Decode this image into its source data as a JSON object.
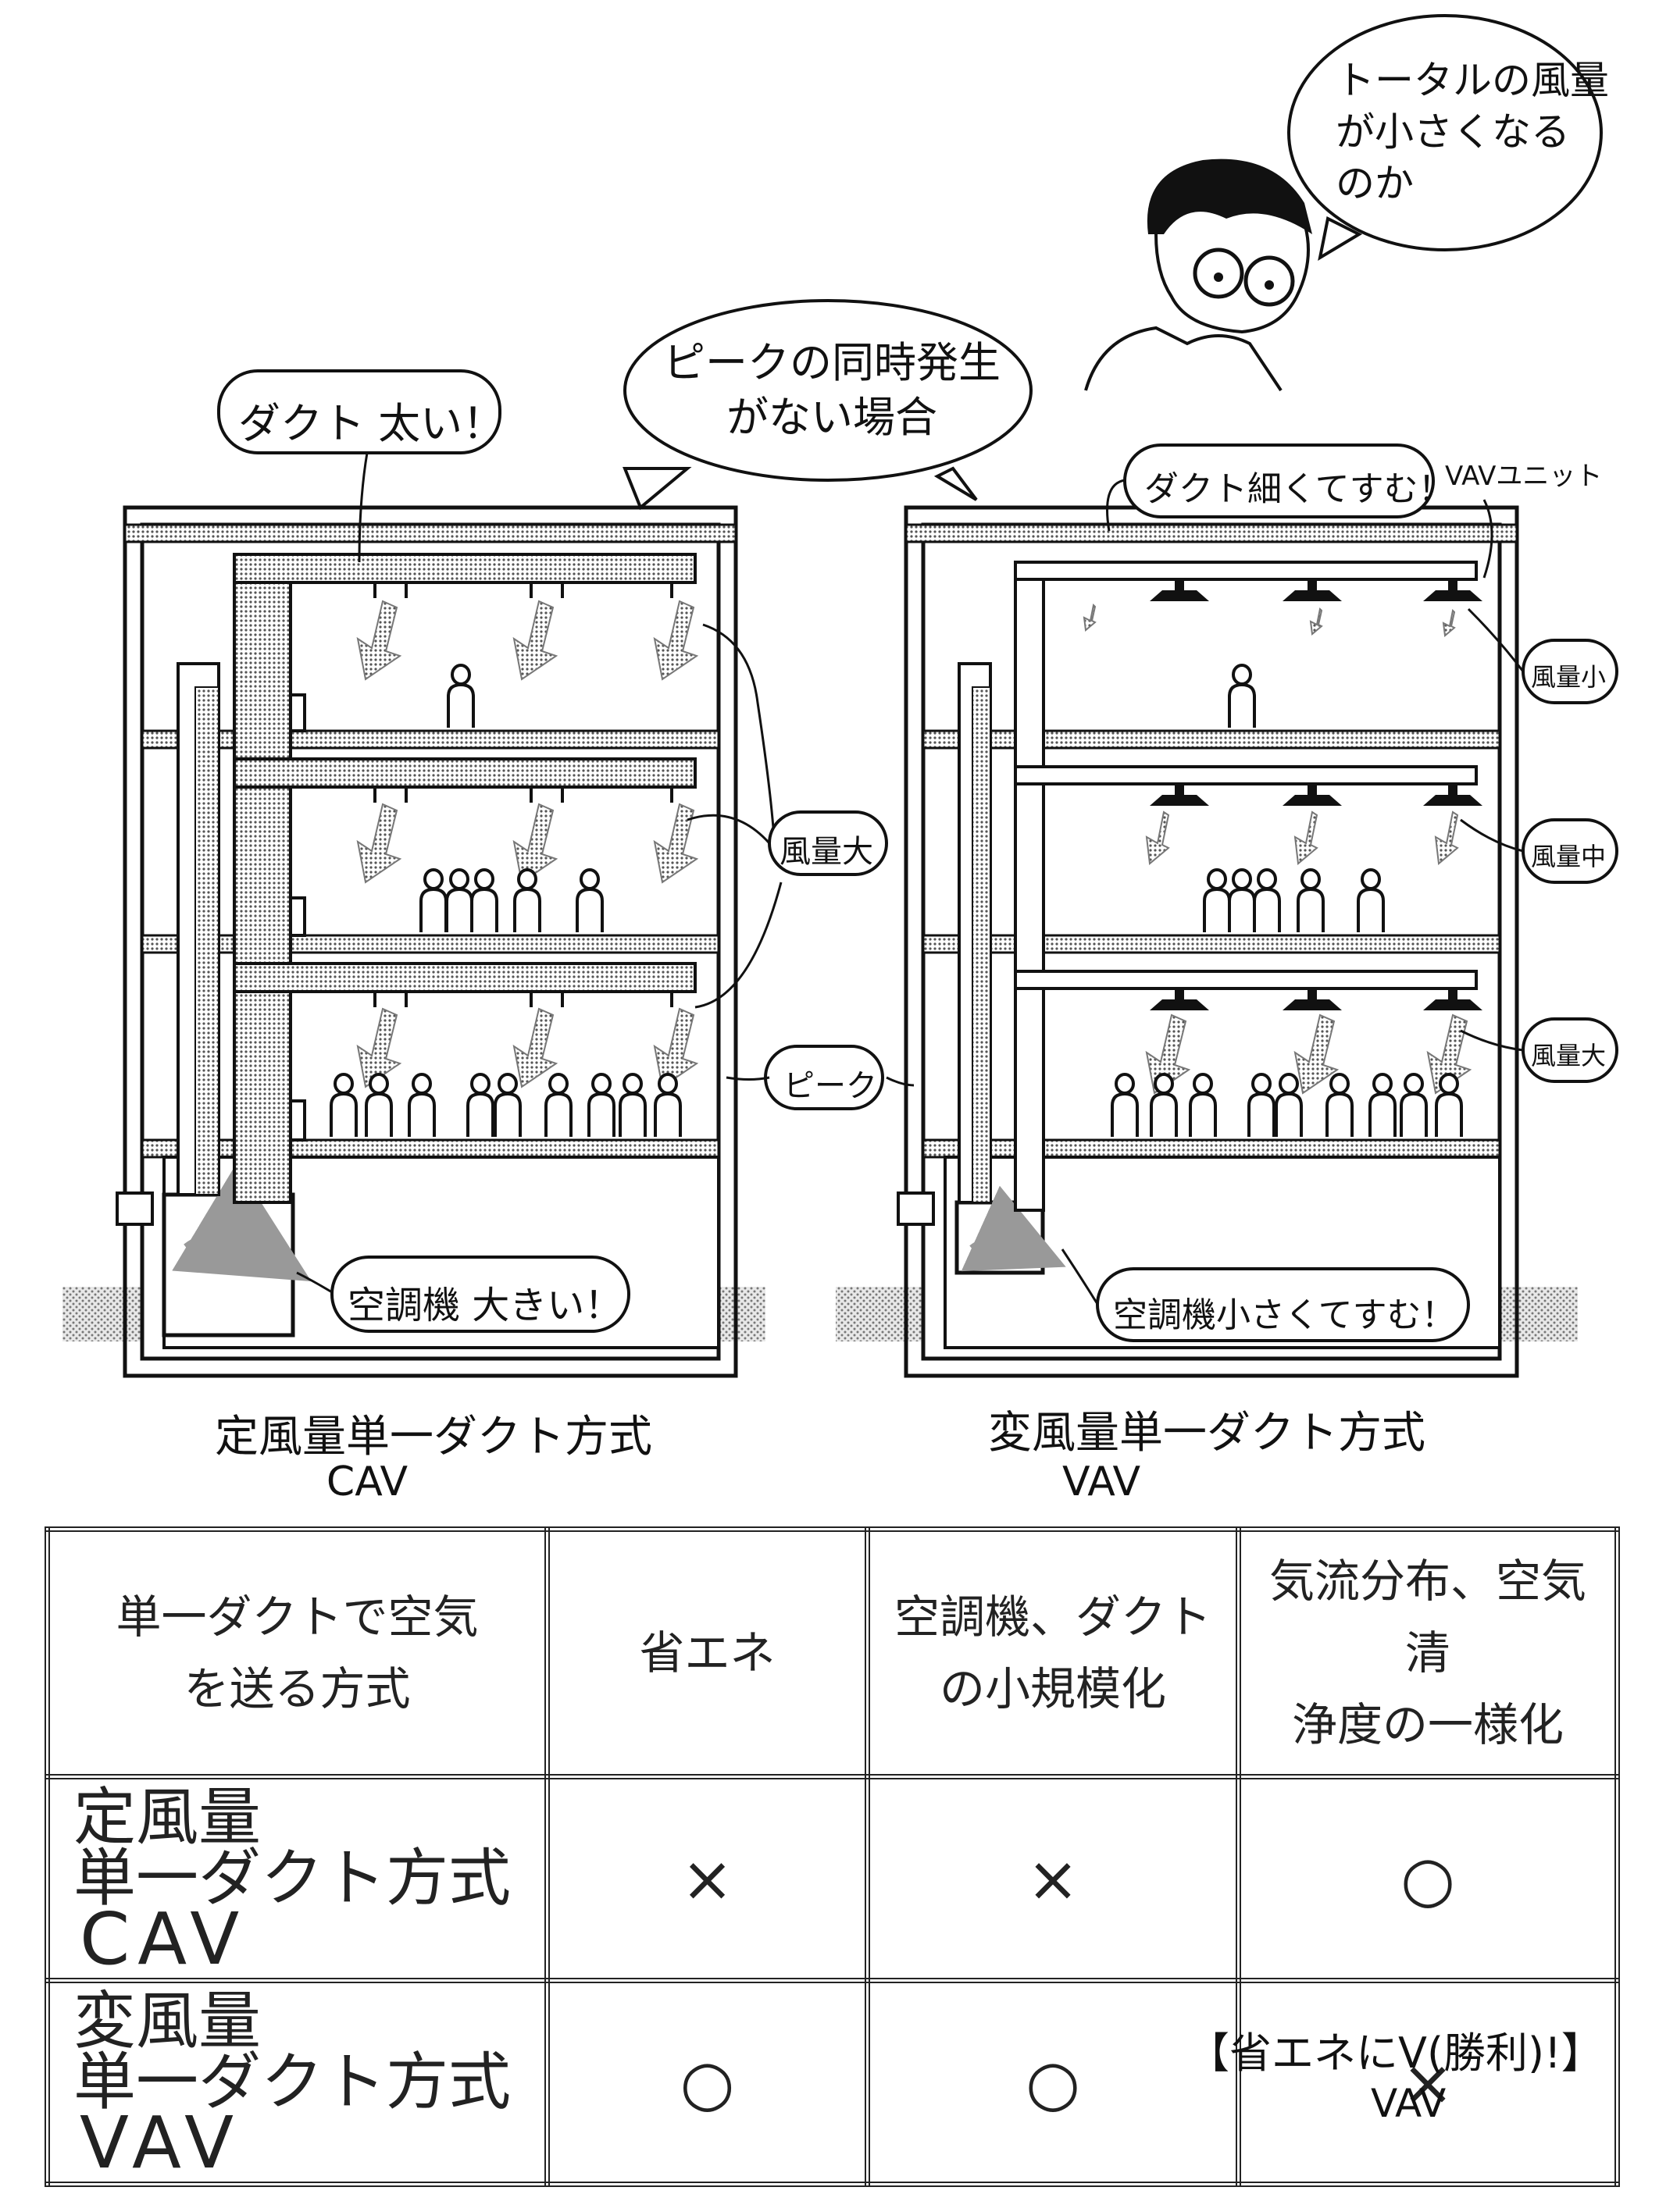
{
  "speech": {
    "person": "トータルの風量\nが小さくなる\nのか",
    "duct_thick": "ダクト 太い！",
    "peak_not_simultaneous": "ピークの同時発生\nがない場合",
    "duct_thin": "ダクト細くてすむ！",
    "vav_unit": "VAVユニット",
    "airflow_large_cav": "風量大",
    "peak": "ピーク",
    "ahu_large": "空調機 大きい！",
    "ahu_small": "空調機小さくてすむ！",
    "airflow_small": "風量小",
    "airflow_medium": "風量中",
    "airflow_large_vav": "風量大"
  },
  "captions": {
    "cav_name": "定風量単一ダクト方式",
    "cav_abbr": "CAV",
    "vav_name": "変風量単一ダクト方式",
    "vav_abbr": "VAV"
  },
  "table": {
    "header": [
      "単一ダクトで空気\nを送る方式",
      "省エネ",
      "空調機、ダクト\nの小規模化",
      "気流分布、空気清\n浄度の一様化"
    ],
    "rows": [
      {
        "name": "定風量\n単一ダクト方式",
        "abbr": "CAV",
        "values": [
          "×",
          "×",
          "○"
        ]
      },
      {
        "name": "変風量\n単一ダクト方式",
        "abbr": "VAV",
        "values": [
          "○",
          "○",
          "×"
        ]
      }
    ]
  },
  "footer": {
    "slogan": "【省エネにV(勝利)!】",
    "abbr": "VAV"
  },
  "colors": {
    "ink": "#111111",
    "shade": "#b0b0b0",
    "ground": "#c8c8c8"
  },
  "icons": [
    "person-head-icon",
    "duct-arrow-icon",
    "vav-diffuser-icon",
    "occupant-icon"
  ]
}
